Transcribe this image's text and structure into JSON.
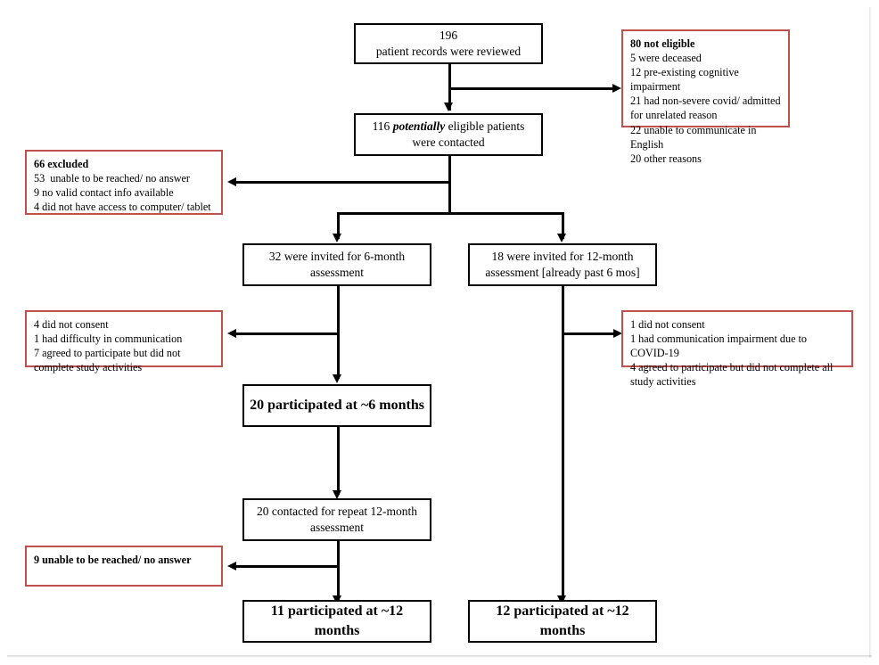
{
  "diagram": {
    "title": "Patient recruitment and follow-up flow",
    "colors": {
      "box_border": "#000000",
      "exclusion_border": "#c0504d",
      "background": "#ffffff",
      "text": "#000000"
    },
    "nodes": {
      "reviewed": {
        "line1": "196",
        "line2": "patient records were reviewed"
      },
      "not_eligible": {
        "header": "80 not eligible",
        "lines": [
          "5 were deceased",
          "12 pre-existing cognitive impairment",
          "21 had non-severe covid/ admitted for unrelated reason",
          "22 unable to communicate in English",
          "20 other reasons"
        ]
      },
      "contacted": {
        "pre": "116 ",
        "emphasis": "potentially",
        "post": " eligible patients",
        "line2": "were contacted"
      },
      "excluded": {
        "header": "66 excluded",
        "lines": [
          "53  unable to be reached/ no answer",
          "9 no valid contact info available",
          "4 did not have access to computer/ tablet"
        ]
      },
      "invited_6mo": {
        "line1": "32 were invited for 6-month",
        "line2": "assessment"
      },
      "invited_12mo": {
        "line1": "18 were invited for 12-month",
        "line2": "assessment [already past 6 mos]"
      },
      "dropout_6mo": {
        "header": "",
        "lines": [
          "4 did not consent",
          "1 had difficulty in communication",
          "7 agreed to participate but did not complete study activities"
        ]
      },
      "dropout_12mo": {
        "header": "",
        "lines": [
          "1 did not consent",
          "1 had communication impairment due to COVID-19",
          "4 agreed to participate but did not complete all study activities"
        ]
      },
      "participated_6mo": {
        "text": "20 participated at ~6 months"
      },
      "recontacted": {
        "line1": "20 contacted for repeat 12-month",
        "line2": "assessment"
      },
      "unreachable": {
        "header": "9 unable to be reached/ no answer",
        "lines": []
      },
      "participated_12mo_left": {
        "line1": "11 participated at ~12",
        "line2": "months"
      },
      "participated_12mo_right": {
        "line1": "12 participated at ~12",
        "line2": "months"
      }
    }
  }
}
